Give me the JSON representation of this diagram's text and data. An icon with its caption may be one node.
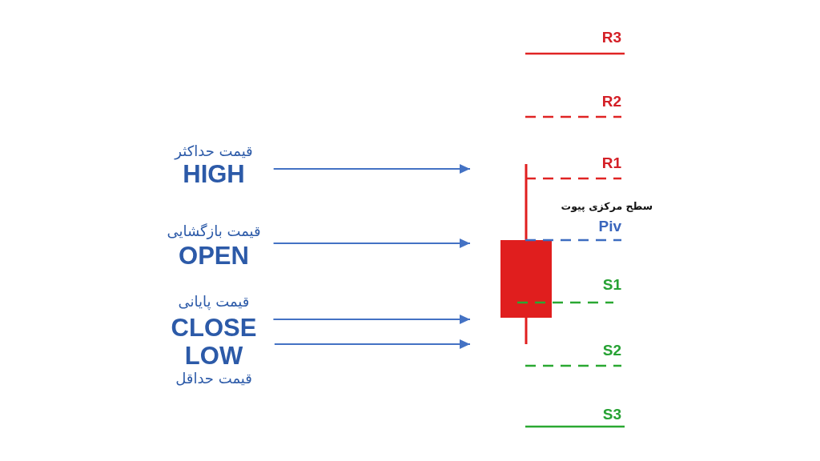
{
  "diagram": {
    "nodes": [
      {
        "text": [
          "قیمت حداکثر",
          "HIGH"
        ]
      },
      {
        "text": [
          "قیمت بازگشایی",
          "OPEN"
        ]
      },
      {
        "text": [
          "قیمت پایانی",
          "CLOSE"
        ]
      },
      {
        "text": [
          "LOW",
          "قیمت حداقل"
        ]
      }
    ],
    "edges": [
      {
        "from": 0,
        "to": null,
        "arrow": "to"
      },
      {
        "from": 1,
        "to": null,
        "arrow": "to"
      },
      {
        "from": 2,
        "to": null,
        "arrow": "to"
      },
      {
        "from": 3,
        "to": null,
        "arrow": "to"
      }
    ],
    "labels": [
      "R3",
      "R2",
      "R1",
      "سطح مرکزی پیوت",
      "Piv",
      "S1",
      "S2",
      "S3"
    ]
  }
}
